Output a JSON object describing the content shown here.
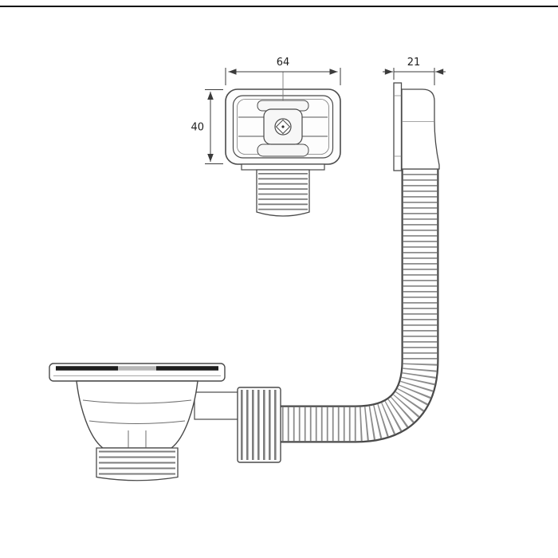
{
  "drawing": {
    "type": "technical-drawing",
    "subject": "sink-strainer-with-overflow-kit",
    "dimension_labels": {
      "overflow_width": "64",
      "overflow_height": "40",
      "overflow_depth": "21"
    },
    "colors": {
      "background": "#ffffff",
      "outline": "#4a4a4a",
      "dimension_line": "#3b3b3b",
      "corrugation": "#8c8c8c",
      "flange_rim_dark": "#1e1e1e",
      "top_border": "#101010"
    }
  }
}
